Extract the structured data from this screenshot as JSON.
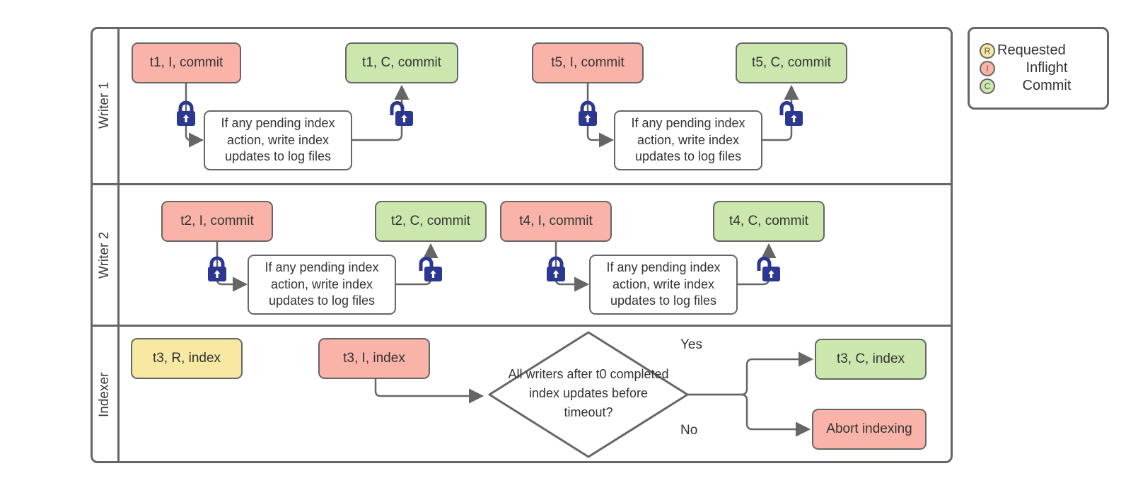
{
  "colors": {
    "inflight_fill": "#F9B3A8",
    "commit_fill": "#CBE7AE",
    "requested_fill": "#F7E8A2",
    "stroke": "#666666",
    "lock": "#2C3792"
  },
  "lanes": [
    {
      "title": "Writer 1"
    },
    {
      "title": "Writer 2"
    },
    {
      "title": "Indexer"
    }
  ],
  "process_note": "If any pending index action, write index updates to log files",
  "decision": {
    "question": "All writers after t0 completed index updates before timeout?",
    "yes_label": "Yes",
    "no_label": "No"
  },
  "nodes": {
    "t1_inflight": "t1, I, commit",
    "t1_commit": "t1, C, commit",
    "t5_inflight": "t5, I, commit",
    "t5_commit": "t5, C, commit",
    "t2_inflight": "t2, I, commit",
    "t2_commit": "t2, C, commit",
    "t4_inflight": "t4, I, commit",
    "t4_commit": "t4, C, commit",
    "t3_requested": "t3, R, index",
    "t3_inflight": "t3, I, index",
    "t3_commit": "t3, C, index",
    "abort": "Abort indexing"
  },
  "legend": {
    "items": [
      {
        "letter": "R",
        "label": "Requested"
      },
      {
        "letter": "I",
        "label": "Inflight"
      },
      {
        "letter": "C",
        "label": "Commit"
      }
    ]
  }
}
